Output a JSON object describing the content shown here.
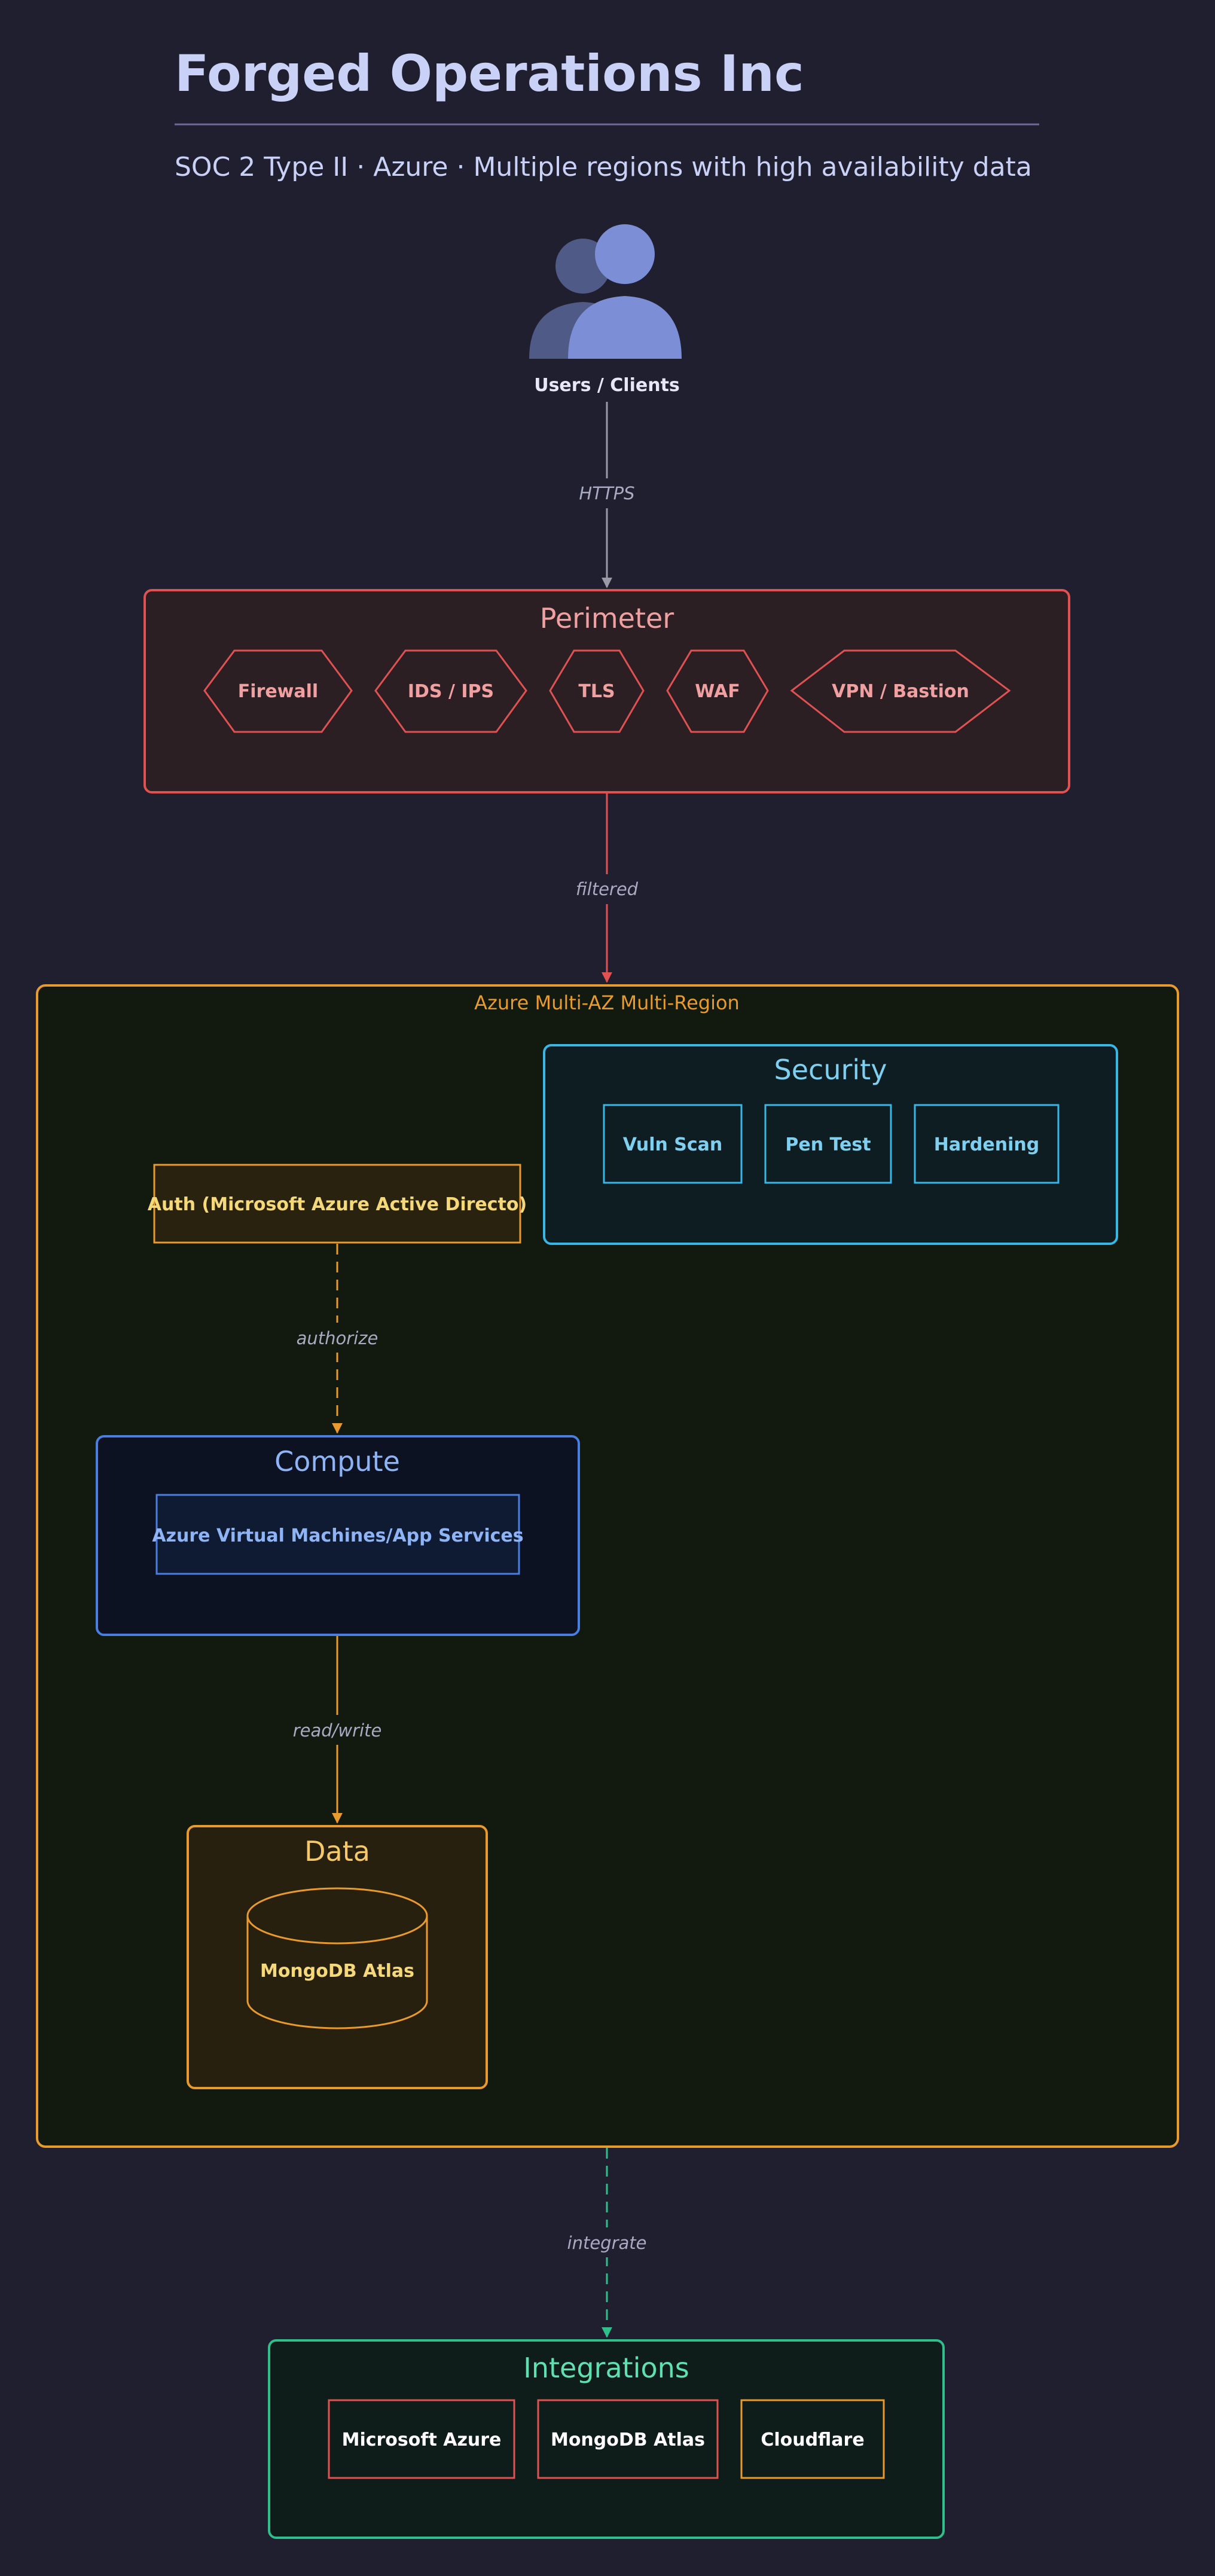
{
  "header": {
    "title": "Forged Operations Inc",
    "subtitle": "SOC 2 Type II · Azure · Multiple regions with high availability data"
  },
  "users": {
    "label": "Users / Clients"
  },
  "edges": {
    "https": "HTTPS",
    "filtered": "filtered",
    "authorize": "authorize",
    "read_write": "read/write",
    "integrate": "integrate"
  },
  "perimeter": {
    "title": "Perimeter",
    "items": [
      "Firewall",
      "IDS / IPS",
      "TLS",
      "WAF",
      "VPN / Bastion"
    ]
  },
  "region": {
    "label": "Azure Multi-AZ Multi-Region"
  },
  "security": {
    "title": "Security",
    "items": [
      "Vuln Scan",
      "Pen Test",
      "Hardening"
    ]
  },
  "auth": {
    "label": "Auth (Microsoft Azure Active Directo)"
  },
  "compute": {
    "title": "Compute",
    "service": "Azure Virtual Machines/App Services"
  },
  "data_zone": {
    "title": "Data",
    "db": "MongoDB Atlas"
  },
  "integrations": {
    "title": "Integrations",
    "items": [
      "Microsoft Azure",
      "MongoDB Atlas",
      "Cloudflare"
    ]
  },
  "colors": {
    "background": "#1f1f30",
    "title": "#c9d1f6",
    "perimeter": "#e05252",
    "region": "#e89a2c",
    "security": "#38b6e6",
    "compute": "#4a7fe0",
    "data": "#e89a2c",
    "integrations": "#2fbf8a",
    "users": "#7b8ed6"
  }
}
